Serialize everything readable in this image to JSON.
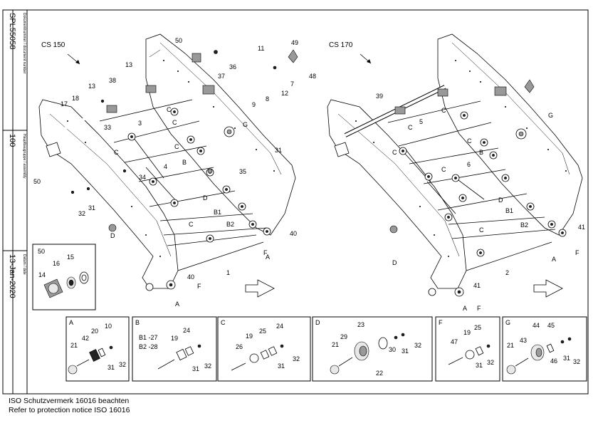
{
  "side_block": {
    "doc_number_label": "Dokumentnummer / document number",
    "doc_number": "SPL55058",
    "assembly_label": "Hauptbaugruppe / assembly",
    "assembly": "100",
    "date_label": "Datum / date",
    "date": "13-Jan-2020"
  },
  "views": {
    "left_title": "CS 150",
    "right_title": "CS 170"
  },
  "callouts_left": [
    "50",
    "36",
    "11",
    "49",
    "48",
    "37",
    "7",
    "12",
    "8",
    "9",
    "13",
    "38",
    "13",
    "18",
    "17",
    "3",
    "33",
    "C",
    "C",
    "C",
    "C",
    "4",
    "34",
    "B",
    "G",
    "31",
    "35",
    "D",
    "B1",
    "B2",
    "40",
    "C",
    "A",
    "F",
    "1",
    "40",
    "F",
    "A",
    "D",
    "50",
    "32",
    "31"
  ],
  "callouts_right": [
    "39",
    "C",
    "G",
    "5",
    "C",
    "C",
    "C",
    "B",
    "6",
    "C",
    "D",
    "B1",
    "B2",
    "41",
    "C",
    "A",
    "F",
    "2",
    "41",
    "A",
    "F",
    "D"
  ],
  "inset_50": {
    "title": "50",
    "parts": [
      "15",
      "16",
      "14"
    ]
  },
  "detail_boxes": [
    {
      "id": "A",
      "parts": [
        "21",
        "42",
        "20",
        "10",
        "31",
        "32"
      ]
    },
    {
      "id": "B",
      "notes": [
        "B1 -27",
        "B2 -28"
      ],
      "parts": [
        "24",
        "19",
        "31",
        "32"
      ]
    },
    {
      "id": "C",
      "parts": [
        "26",
        "19",
        "25",
        "24",
        "31",
        "32"
      ]
    },
    {
      "id": "D",
      "parts": [
        "21",
        "29",
        "23",
        "30",
        "31",
        "32",
        "22"
      ]
    },
    {
      "id": "F",
      "parts": [
        "47",
        "19",
        "25",
        "31",
        "32"
      ]
    },
    {
      "id": "G",
      "parts": [
        "21",
        "43",
        "44",
        "45",
        "46",
        "31",
        "32"
      ]
    }
  ],
  "notice": {
    "line1": "ISO Schutzvermerk 16016 beachten",
    "line2": "Refer to protection notice ISO 16016"
  }
}
